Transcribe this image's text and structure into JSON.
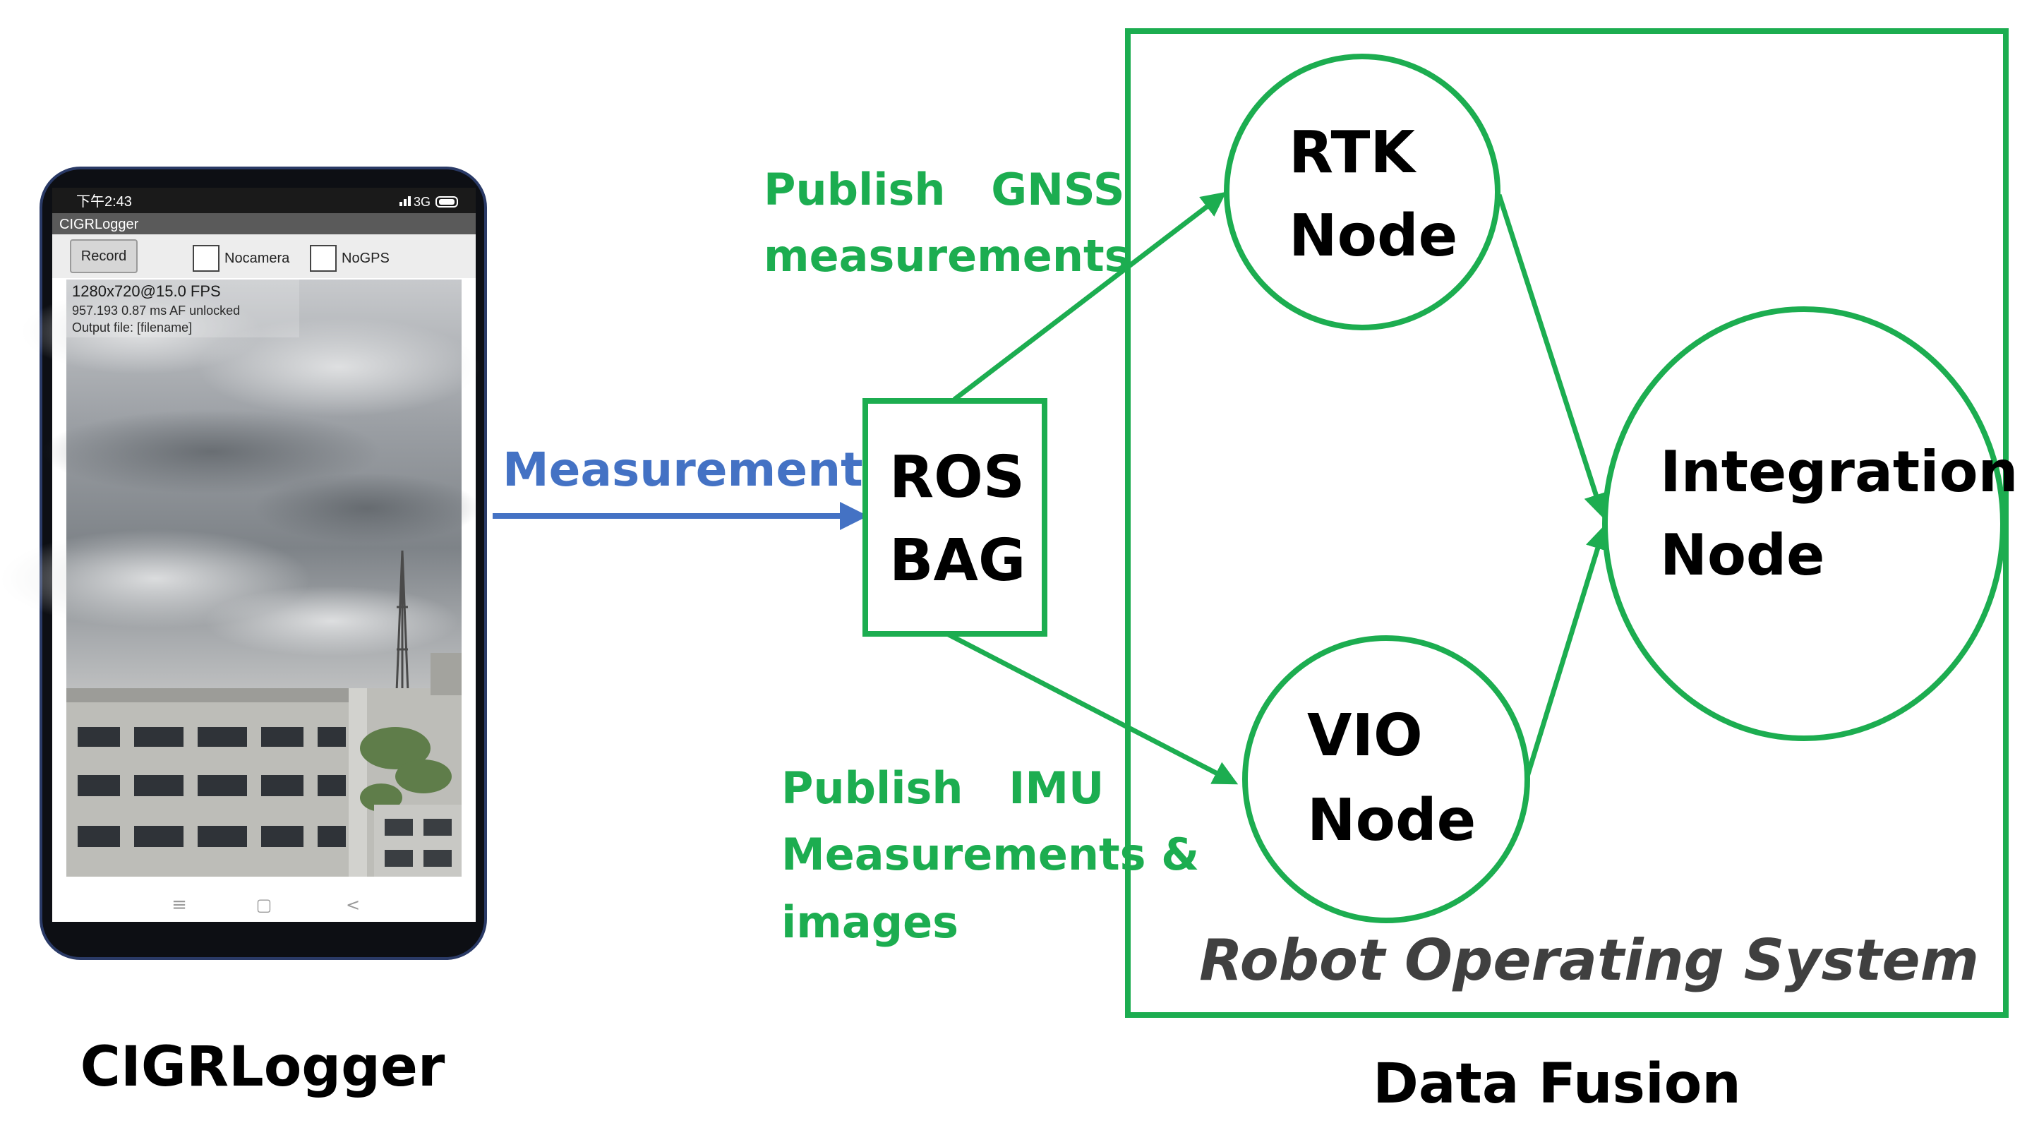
{
  "phone": {
    "status_time": "下午2:43",
    "status_right": "3G",
    "app_title": "CIGRLogger",
    "record_button": "Record",
    "nocamera_label": "Nocamera",
    "nogps_label": "NoGPS",
    "overlay_line1": "1280x720@15.0 FPS",
    "overlay_line2": "957.193 0.87 ms AF unlocked",
    "overlay_line3": "Output file: [filename]",
    "nav_menu": "≡",
    "nav_home": "▢",
    "nav_back": "<"
  },
  "captions": {
    "left": "CIGRLogger",
    "right": "Data Fusion"
  },
  "edges": {
    "measurements": "Measurements",
    "gnss_line1": "Publish   GNSS",
    "gnss_line2": "measurements",
    "imu_line1": "Publish   IMU",
    "imu_line2": "Measurements &",
    "imu_line3": "images"
  },
  "nodes": {
    "rosbag_line1": "ROS",
    "rosbag_line2": "BAG",
    "rtk_line1": "RTK",
    "rtk_line2": "Node",
    "vio_line1": "VIO",
    "vio_line2": "Node",
    "integration_line1": "Integration",
    "integration_line2": "Node"
  },
  "ros_system_label": "Robot Operating System",
  "colors": {
    "green": "#1cad50",
    "blue": "#4472c4",
    "dark_gray": "#404040"
  }
}
